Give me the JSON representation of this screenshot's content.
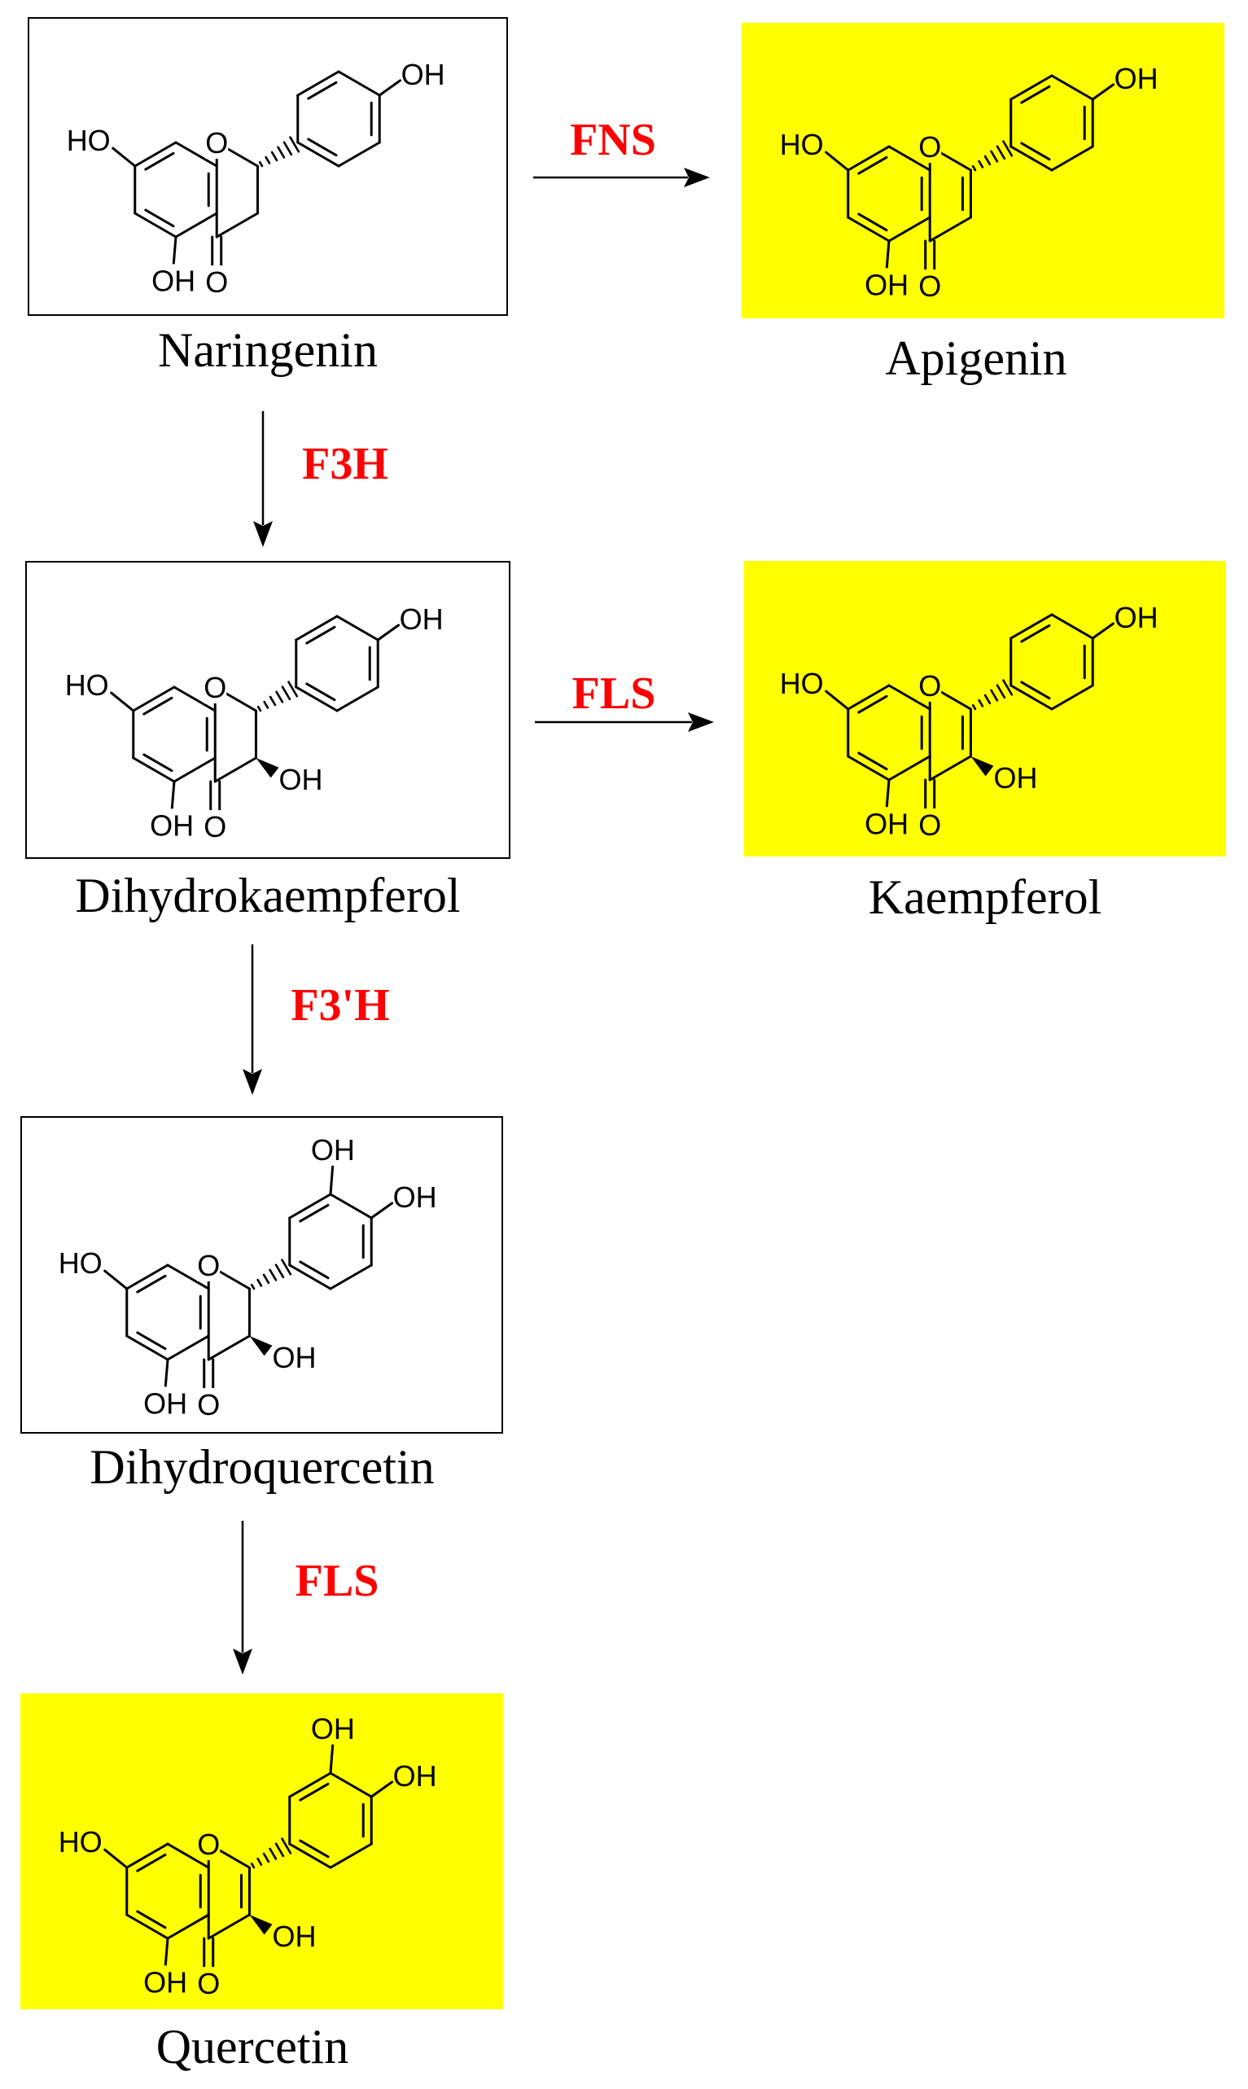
{
  "compounds": {
    "naringenin": {
      "name": "Naringenin",
      "highlighted": false
    },
    "apigenin": {
      "name": "Apigenin",
      "highlighted": true
    },
    "dihydrokaempferol": {
      "name": "Dihydrokaempferol",
      "highlighted": false
    },
    "kaempferol": {
      "name": "Kaempferol",
      "highlighted": true
    },
    "dihydroquercetin": {
      "name": "Dihydroquercetin",
      "highlighted": false
    },
    "quercetin": {
      "name": "Quercetin",
      "highlighted": true
    }
  },
  "reactions": [
    {
      "enzyme": "FNS",
      "from": "Naringenin",
      "to": "Apigenin"
    },
    {
      "enzyme": "F3H",
      "from": "Naringenin",
      "to": "Dihydrokaempferol"
    },
    {
      "enzyme": "FLS",
      "from": "Dihydrokaempferol",
      "to": "Kaempferol"
    },
    {
      "enzyme": "F3'H",
      "from": "Dihydrokaempferol",
      "to": "Dihydroquercetin"
    },
    {
      "enzyme": "FLS",
      "from": "Dihydroquercetin",
      "to": "Quercetin"
    }
  ],
  "atom_labels": {
    "hydroxyl": "OH",
    "hydroxyl_left": "HO",
    "ring_oxygen": "O",
    "carbonyl_oxygen": "O"
  },
  "colors": {
    "highlight": "#ffff00",
    "enzyme": "#ff0000",
    "line": "#000000"
  }
}
